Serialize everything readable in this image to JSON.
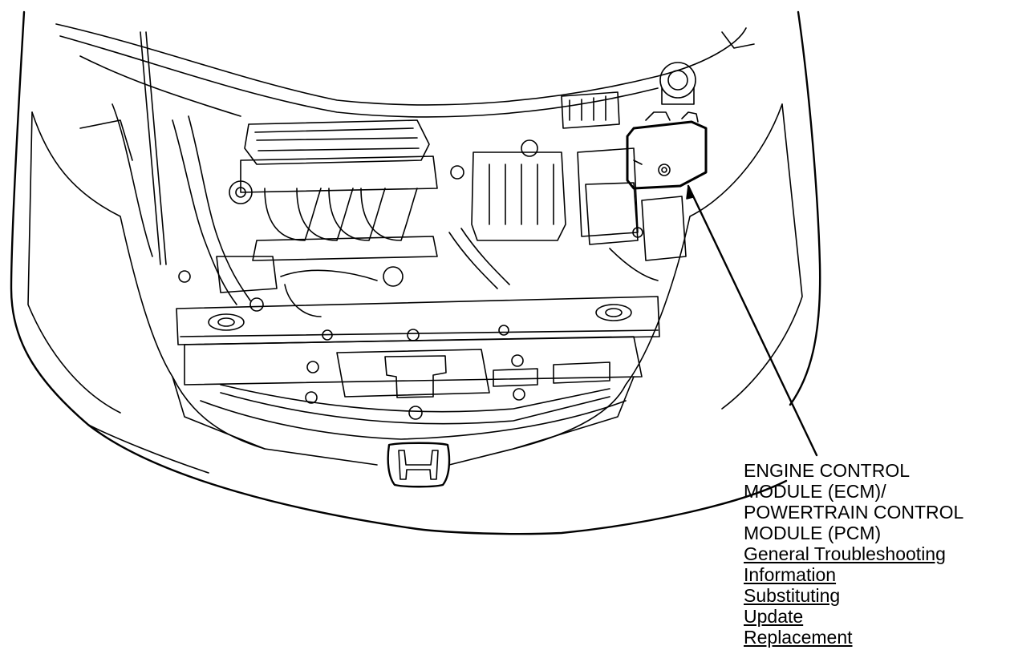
{
  "component": {
    "label_lines": [
      "ENGINE CONTROL",
      "MODULE (ECM)/",
      "POWERTRAIN CONTROL",
      "MODULE (PCM)"
    ]
  },
  "links": [
    "General Troubleshooting",
    "Information",
    "Substituting",
    "Update",
    "Replacement"
  ]
}
